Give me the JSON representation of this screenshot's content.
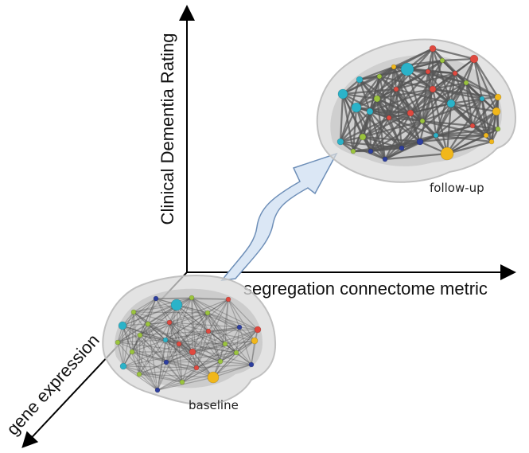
{
  "diagram": {
    "axes": {
      "vertical_label": "Clinical Dementia Rating",
      "horizontal_label": "segregation connectome metric",
      "diagonal_label": "gene expression"
    },
    "brains": {
      "baseline": {
        "caption": "baseline"
      },
      "followup": {
        "caption": "follow-up"
      }
    },
    "transition_arrow": {
      "from": "baseline",
      "to": "follow-up"
    },
    "node_colors": {
      "cyan": "#2bb3c9",
      "red": "#e0493f",
      "green": "#9bc43e",
      "yellow": "#f1b71b",
      "blue": "#2d3e9e"
    },
    "colors": {
      "axis": "#000000",
      "arrow_fill": "#dbe7f5",
      "arrow_stroke": "#6e8fb8",
      "brain_fill": "#d9d9d9",
      "edge": "#555555"
    }
  }
}
